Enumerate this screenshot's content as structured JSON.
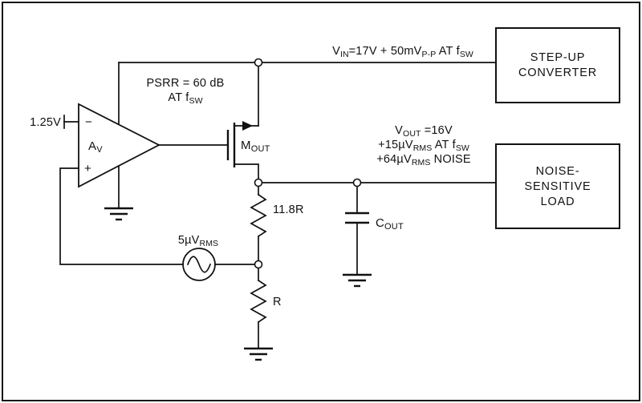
{
  "boxes": {
    "step_up_converter": {
      "line1": "STEP-UP",
      "line2": "CONVERTER"
    },
    "noise_sensitive_load": {
      "line1": "NOISE-",
      "line2": "SENSITIVE",
      "line3": "LOAD"
    }
  },
  "opamp": {
    "gain_main": "A",
    "gain_sub": "V",
    "minus_label": "−",
    "plus_label": "+",
    "ref_label": "1.25V",
    "psrr_line1": "PSRR = 60 dB",
    "psrr_line2_main": "AT f",
    "psrr_line2_sub": "SW"
  },
  "vin_label": {
    "p1": "V",
    "s1": "IN",
    "p2": "=17V + 50mV",
    "s2": "P-P",
    "p3": " AT f",
    "s3": "SW"
  },
  "vout_label": {
    "l1p1": "V",
    "l1s1": "OUT",
    "l1p2": " =16V",
    "l2p1": "+15µV",
    "l2s1": "RMS",
    "l2p2": " AT f",
    "l2s2": "SW",
    "l3p1": "+64µV",
    "l3s1": "RMS",
    "l3p2": " NOISE"
  },
  "mosfet": {
    "name_main": "M",
    "name_sub": "OUT"
  },
  "resistors": {
    "top": "11.8R",
    "bottom": "R"
  },
  "capacitor": {
    "name_main": "C",
    "name_sub": "OUT"
  },
  "noise_source": {
    "name_main": "5µV",
    "name_sub": "RMS"
  },
  "colors": {
    "ink": "#111111",
    "background": "#ffffff"
  }
}
